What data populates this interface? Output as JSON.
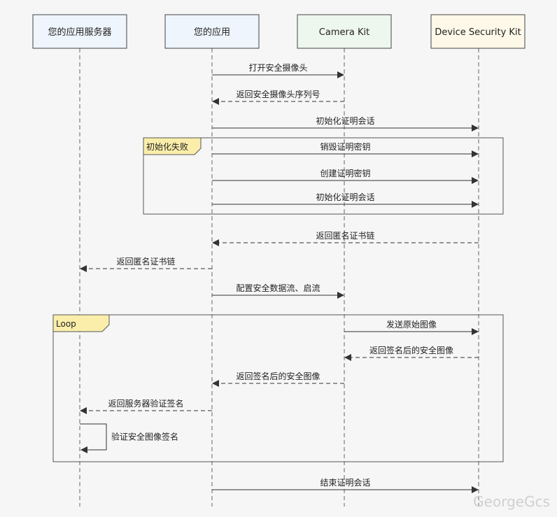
{
  "participants": [
    {
      "id": "server",
      "label": "您的应用服务器",
      "fill": "#eef5fc"
    },
    {
      "id": "app",
      "label": "您的应用",
      "fill": "#eef5fc"
    },
    {
      "id": "camera",
      "label": "Camera Kit",
      "fill": "#eef7ee"
    },
    {
      "id": "dsk",
      "label": "Device Security Kit",
      "fill": "#fdf8e8"
    }
  ],
  "messages": [
    {
      "from": "app",
      "to": "camera",
      "label": "打开安全摄像头",
      "style": "solid"
    },
    {
      "from": "camera",
      "to": "app",
      "label": "返回安全摄像头序列号",
      "style": "dashed"
    },
    {
      "from": "app",
      "to": "dsk",
      "label": "初始化证明会话",
      "style": "solid"
    },
    {
      "from": "app",
      "to": "dsk",
      "label": "销毁证明密钥",
      "style": "solid"
    },
    {
      "from": "app",
      "to": "dsk",
      "label": "创建证明密钥",
      "style": "solid"
    },
    {
      "from": "app",
      "to": "dsk",
      "label": "初始化证明会话",
      "style": "solid"
    },
    {
      "from": "dsk",
      "to": "app",
      "label": "返回匿名证书链",
      "style": "dashed"
    },
    {
      "from": "app",
      "to": "server",
      "label": "返回匿名证书链",
      "style": "dashed"
    },
    {
      "from": "app",
      "to": "camera",
      "label": "配置安全数据流、启流",
      "style": "solid"
    },
    {
      "from": "camera",
      "to": "dsk",
      "label": "发送原始图像",
      "style": "solid"
    },
    {
      "from": "dsk",
      "to": "camera",
      "label": "返回签名后的安全图像",
      "style": "dashed"
    },
    {
      "from": "camera",
      "to": "app",
      "label": "返回签名后的安全图像",
      "style": "dashed"
    },
    {
      "from": "app",
      "to": "server",
      "label": "返回服务器验证签名",
      "style": "dashed"
    },
    {
      "from": "server",
      "to": "server",
      "label": "验证安全图像签名",
      "style": "self"
    },
    {
      "from": "app",
      "to": "dsk",
      "label": "结束证明会话",
      "style": "solid"
    }
  ],
  "frames": [
    {
      "label": "初始化失败",
      "covers": "messages 4-6"
    },
    {
      "label": "Loop",
      "covers": "messages 10-14"
    }
  ],
  "watermark": "GeorgeGcs",
  "colors": {
    "line": "#333333",
    "lifeline": "#666666",
    "frame_border": "#555555",
    "frame_tab": "#fbeeaa",
    "participant_border": "#444444"
  }
}
